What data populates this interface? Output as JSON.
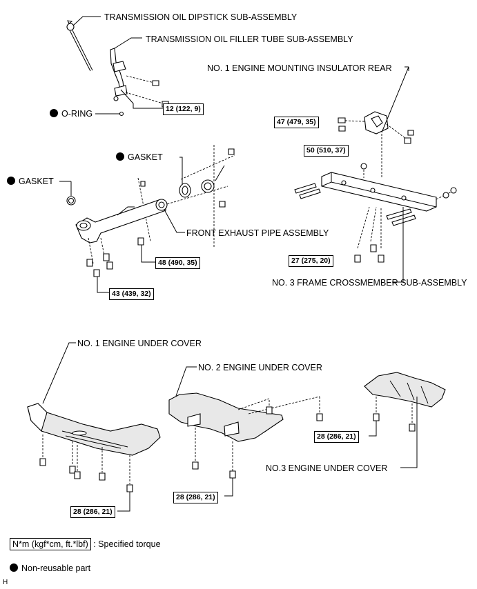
{
  "labels": {
    "dipstick": "TRANSMISSION OIL DIPSTICK SUB-ASSEMBLY",
    "filler_tube": "TRANSMISSION OIL FILLER TUBE SUB-ASSEMBLY",
    "mount_insulator": "NO. 1 ENGINE MOUNTING INSULATOR REAR",
    "o_ring": "O-RING",
    "gasket_upper": "GASKET",
    "gasket_left": "GASKET",
    "exhaust_pipe": "FRONT EXHAUST PIPE ASSEMBLY",
    "crossmember": "NO. 3 FRAME CROSSMEMBER SUB-ASSEMBLY",
    "under_cover_1": "NO. 1 ENGINE UNDER COVER",
    "under_cover_2": "NO. 2 ENGINE UNDER COVER",
    "under_cover_3": "NO.3 ENGINE UNDER COVER"
  },
  "torques": {
    "filler_tube_bolt": "12 (122, 9)",
    "insulator_bolt": "47 (479, 35)",
    "crossmember_nut": "50 (510, 37)",
    "exhaust_nut": "48 (490, 35)",
    "manifold_nut": "43 (439, 32)",
    "crossmember_bolt": "27 (275, 20)",
    "cover_3_bolt": "28 (286, 21)",
    "cover_2_bolt": "28 (286, 21)",
    "cover_1_bolt": "28 (286, 21)"
  },
  "legend": {
    "torque_units": "N*m (kgf*cm, ft.*lbf)",
    "torque_text": ": Specified torque",
    "non_reusable": "Non-reusable part"
  },
  "corner_mark": "H"
}
